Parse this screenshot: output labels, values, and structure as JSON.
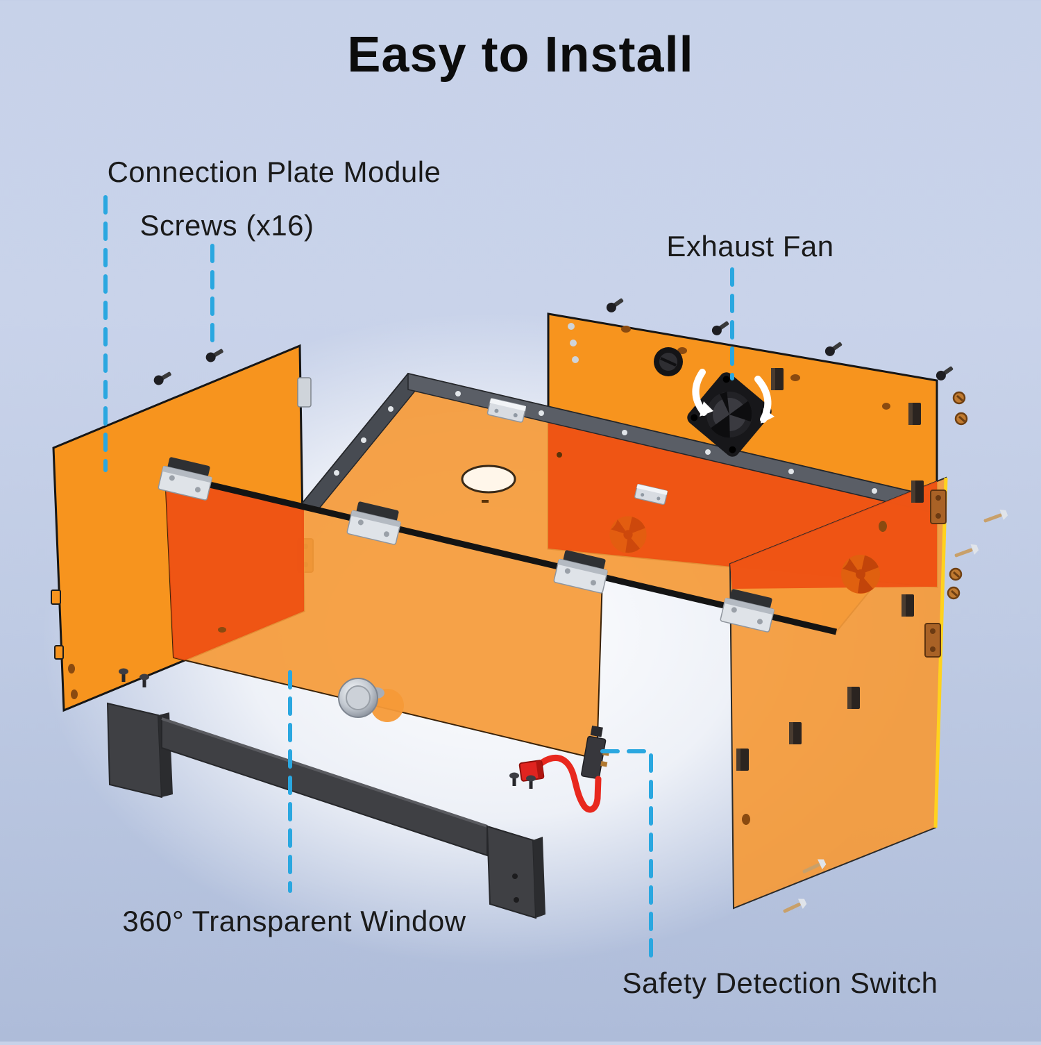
{
  "title": "Easy to Install",
  "labels": {
    "connection_plate": "Connection Plate Module",
    "screws": "Screws (x16)",
    "exhaust_fan": "Exhaust Fan",
    "transparent_window": "360° Transparent Window",
    "safety_switch": "Safety Detection Switch"
  },
  "colors": {
    "bg_top": "#c7d2e9",
    "bg_bottom": "#aebcd9",
    "glow": "#ffffff",
    "panel_orange": "#f7941e",
    "panel_glass": "#f59a38",
    "overlap_red": "#ee4b10",
    "edge_yellow": "#ffd21e",
    "leader": "#2aa7e0",
    "text": "#1a1a1a",
    "frame_dark": "#3f4044",
    "wire_red": "#e8281e",
    "metal_silver": "#d8dce2",
    "brass": "#a96226"
  }
}
